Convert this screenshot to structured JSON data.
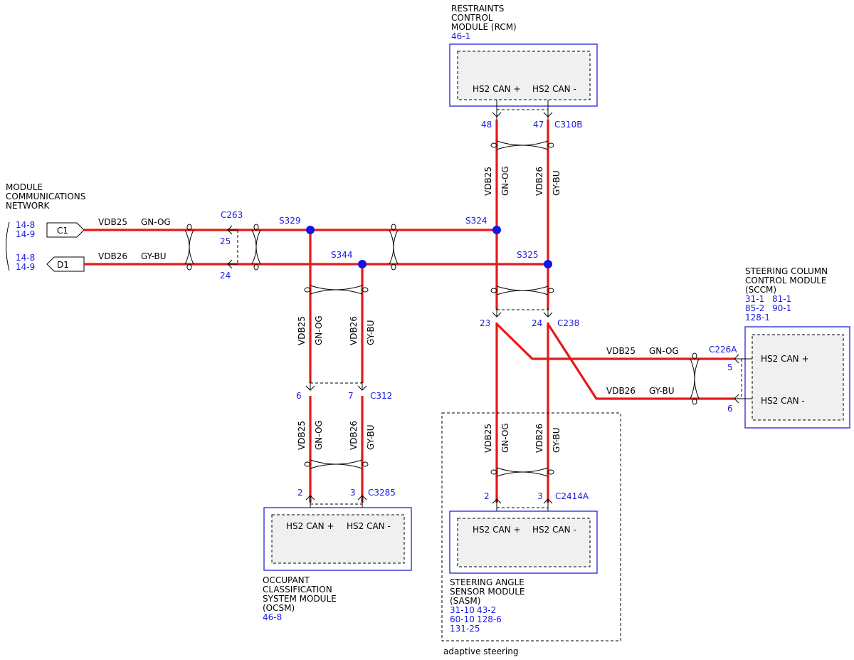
{
  "network": {
    "title_lines": [
      "MODULE",
      "COMMUNICATIONS",
      "NETWORK"
    ],
    "refs_top": [
      "14-8",
      "14-9"
    ],
    "refs_bottom": [
      "14-8",
      "14-9"
    ],
    "tag_c1": "C1",
    "tag_d1": "D1"
  },
  "rcm": {
    "title_lines": [
      "RESTRAINTS",
      "CONTROL",
      "MODULE (RCM)"
    ],
    "ref": "46-1",
    "pin_plus": "HS2 CAN +",
    "pin_minus": "HS2 CAN -",
    "pin_no_plus": "48",
    "pin_no_minus": "47",
    "connector": "C310B"
  },
  "sccm": {
    "title_lines": [
      "STEERING COLUMN",
      "CONTROL MODULE",
      "(SCCM)"
    ],
    "refs": [
      "31-1",
      "81-1",
      "85-2",
      "90-1",
      "128-1"
    ],
    "pin_plus": "HS2 CAN +",
    "pin_minus": "HS2 CAN -",
    "pin_no_plus": "5",
    "pin_no_minus": "6",
    "connector": "C226A"
  },
  "ocsm": {
    "title_lines": [
      "OCCUPANT",
      "CLASSIFICATION",
      "SYSTEM MODULE",
      "(OCSM)"
    ],
    "ref": "46-8",
    "pin_plus": "HS2 CAN +",
    "pin_minus": "HS2 CAN -",
    "pin_no_plus": "2",
    "pin_no_minus": "3",
    "connector": "C3285"
  },
  "sasm": {
    "title_lines": [
      "STEERING ANGLE",
      "SENSOR MODULE",
      "(SASM)"
    ],
    "refs": [
      "31-10",
      "43-2",
      "60-10",
      "128-6",
      "131-25"
    ],
    "pin_plus": "HS2 CAN +",
    "pin_minus": "HS2 CAN -",
    "pin_no_plus": "2",
    "pin_no_minus": "3",
    "connector": "C2414A",
    "option_note": "adaptive steering"
  },
  "inline_connectors": {
    "c263": {
      "name": "C263",
      "pin_top": "25",
      "pin_bottom": "24"
    },
    "c312": {
      "name": "C312",
      "pin_left": "6",
      "pin_right": "7"
    },
    "c238": {
      "name": "C238",
      "pin_left": "23",
      "pin_right": "24"
    }
  },
  "splices": {
    "s329": "S329",
    "s324": "S324",
    "s344": "S344",
    "s325": "S325"
  },
  "wires": {
    "can_high": {
      "circuit": "VDB25",
      "color": "GN-OG"
    },
    "can_low": {
      "circuit": "VDB26",
      "color": "GY-BU"
    },
    "wire_red": "#e61919"
  },
  "colors": {
    "label_blue": "#1a1ae6",
    "module_border": "#2323d9",
    "splice_dot": "#1414e6"
  }
}
